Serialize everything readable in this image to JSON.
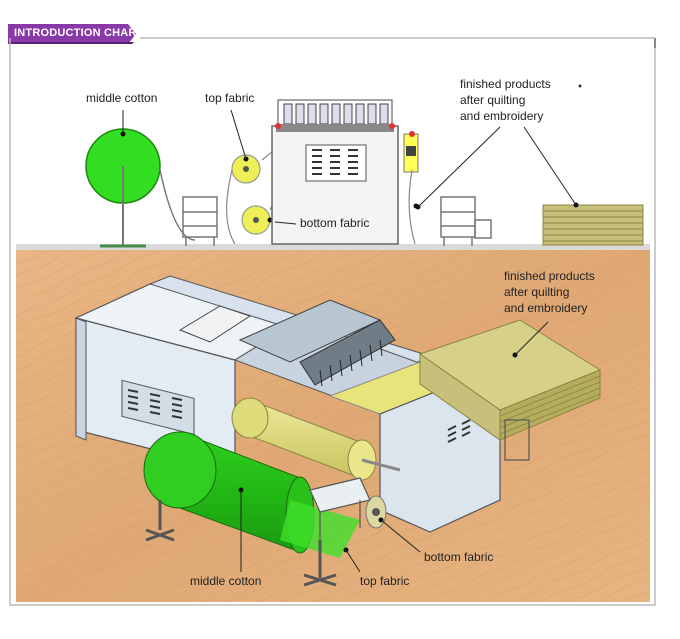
{
  "header": {
    "title": "INTRODUCTION CHART",
    "accent_color": "#8a3aa8"
  },
  "top_diagram": {
    "labels": {
      "middle_cotton": "middle cotton",
      "top_fabric": "top fabric",
      "bottom_fabric": "bottom fabric",
      "finished_products": "finished products\nafter quilting\nand embroidery"
    }
  },
  "bottom_diagram": {
    "labels": {
      "finished_products": "finished products\nafter quilting\nand embroidery",
      "bottom_fabric": "bottom fabric",
      "middle_cotton": "middle cotton",
      "top_fabric": "top fabric"
    }
  },
  "colors": {
    "cotton_green": "#33dd22",
    "fabric_yellow": "#e6e47a",
    "product_tan": "#c8c07a",
    "floor_wood": "#e3b07f",
    "machine_blue": "#dfe9f2"
  }
}
